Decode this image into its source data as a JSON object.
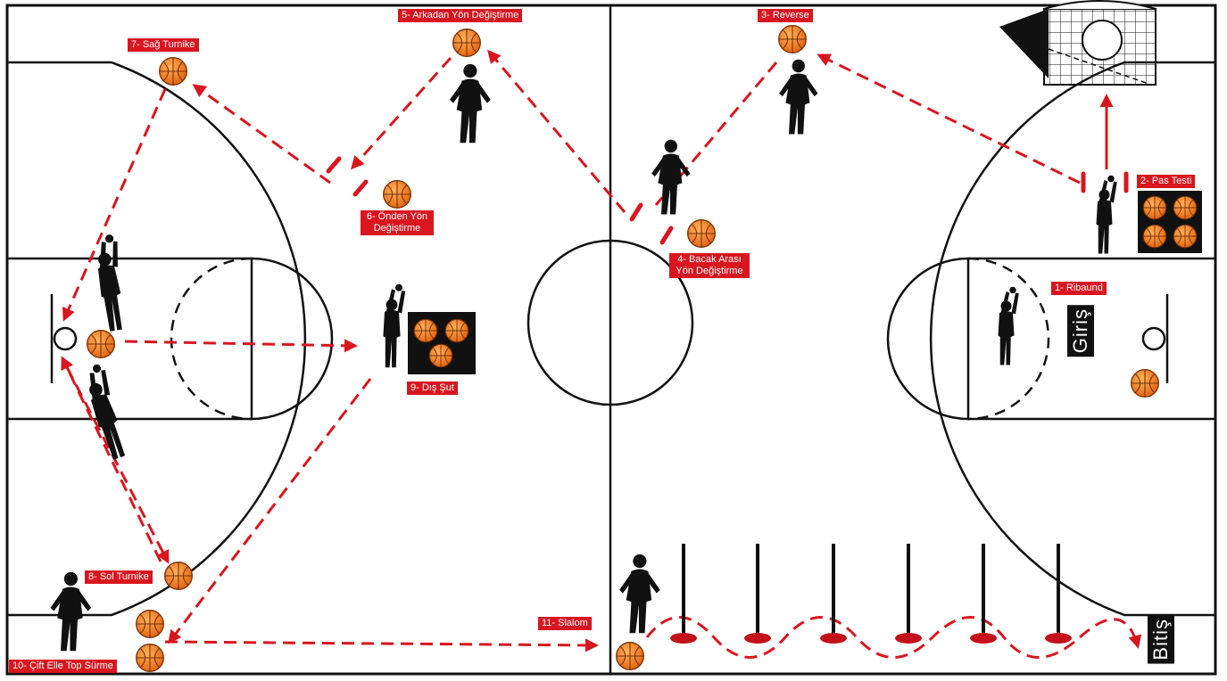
{
  "stations": {
    "s1": "1- Ribaund",
    "s2": "2- Pas Testi",
    "s3": "3- Reverse",
    "s4_line1": "4- Bacak Arası",
    "s4_line2": "Yön Değiştirme",
    "s5": "5- Arkadan Yön Değiştirme",
    "s6_line1": "6- Önden Yön",
    "s6_line2": "Değiştirme",
    "s7": "7- Sağ Turnike",
    "s8": "8- Sol Turnike",
    "s9": "9- Dış Şut",
    "s10": "10- Çift Elle Top Sürme",
    "s11": "11- Slalom"
  },
  "markers": {
    "start": "Giriş",
    "finish": "Bitiş"
  },
  "colors": {
    "accent": "#d9161f",
    "ball": "#f07d22",
    "lines": "#111111"
  }
}
